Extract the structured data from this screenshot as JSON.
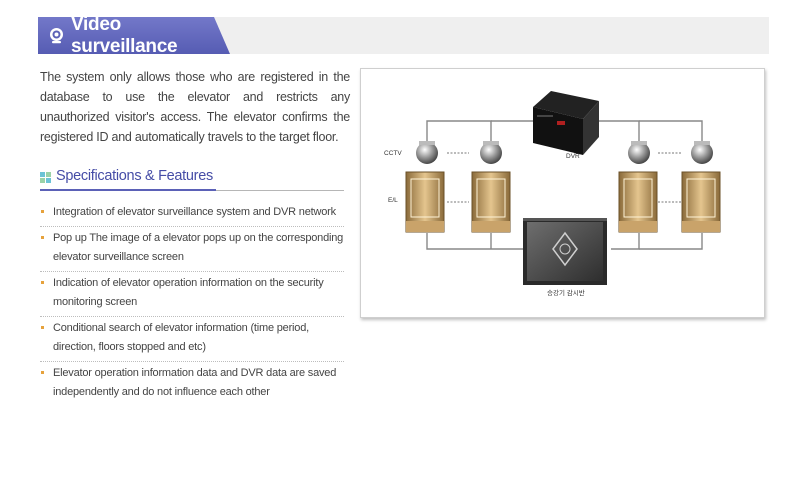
{
  "header": {
    "title": "Video surveillance",
    "icon": "webcam-icon",
    "accent": "#5b61b7",
    "bar_bg": "#efefef"
  },
  "intro": {
    "text": "The system only allows those who are registered in the database to use the elevator and restricts any unauthorized visitor's access. The elevator confirms the registered ID and automatically travels to the target floor."
  },
  "specs": {
    "title": "Specifications & Features",
    "items": [
      "Integration of elevator surveillance system and DVR network",
      "Pop up The image of a elevator pops up on the corresponding elevator surveillance screen",
      "Indication of elevator operation information on the security monitoring screen",
      "Conditional search of elevator information (time period, direction, floors stopped and etc)",
      "Elevator operation information data and DVR data are saved independently and do not influence each other"
    ]
  },
  "diagram": {
    "cctv_label": "CCTV",
    "el_label": "E/L",
    "dvr_label": "DVR",
    "monitor_label": "승강기 감시반"
  }
}
